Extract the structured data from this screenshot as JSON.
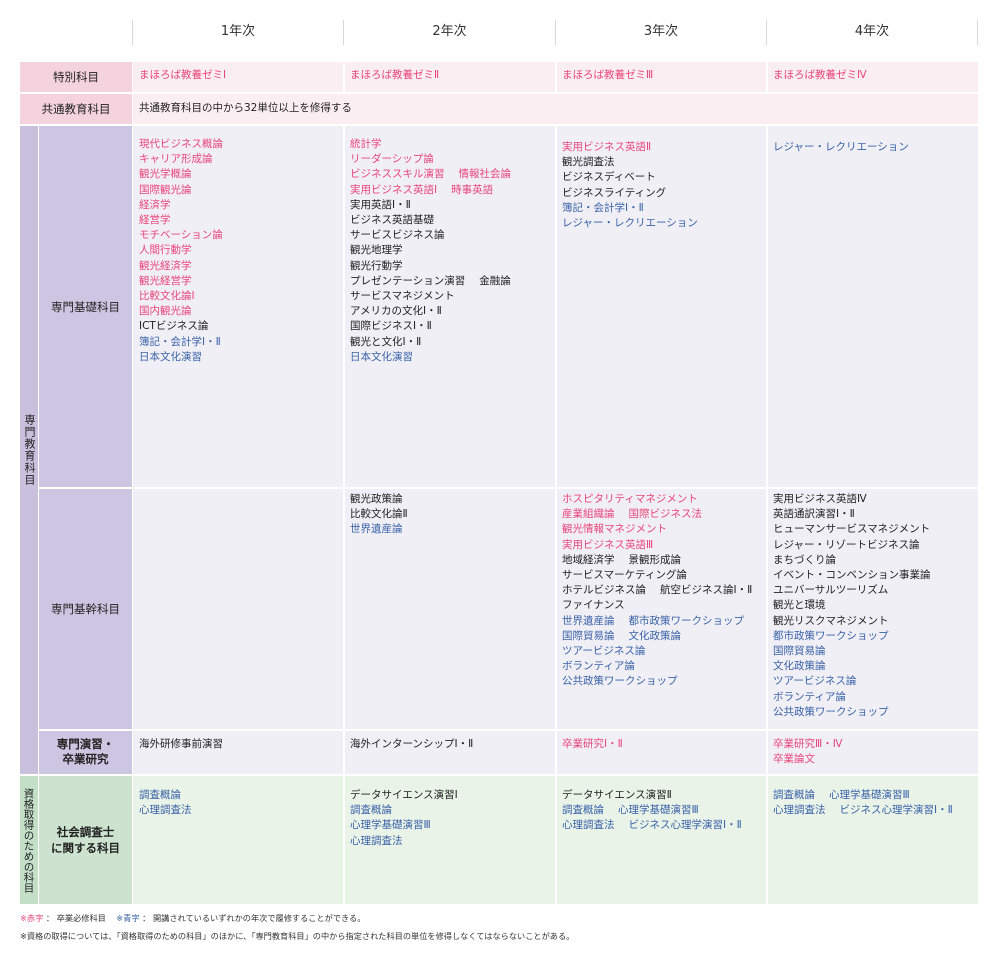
{
  "years": [
    "1年次",
    "2年次",
    "3年次",
    "4年次"
  ],
  "rows": {
    "special": {
      "label": "特別科目",
      "cells": [
        [
          {
            "t": "まほろば教養ゼミⅠ",
            "c": "red"
          }
        ],
        [
          {
            "t": "まほろば教養ゼミⅡ",
            "c": "red"
          }
        ],
        [
          {
            "t": "まほろば教養ゼミⅢ",
            "c": "red"
          }
        ],
        [
          {
            "t": "まほろば教養ゼミⅣ",
            "c": "red"
          }
        ]
      ]
    },
    "common": {
      "label": "共通教育科目",
      "text": "共通教育科目の中から32単位以上を修得する"
    },
    "senmon_group_label": "専門教育科目",
    "kiso": {
      "label": "専門基礎科目",
      "cells": [
        [
          {
            "t": "現代ビジネス概論",
            "c": "red"
          },
          {
            "t": "キャリア形成論",
            "c": "red"
          },
          {
            "t": "観光学概論",
            "c": "red"
          },
          {
            "t": "国際観光論",
            "c": "red"
          },
          {
            "t": "経済学",
            "c": "red"
          },
          {
            "t": "経営学",
            "c": "red"
          },
          {
            "t": "モチベーション論",
            "c": "red"
          },
          {
            "t": "人間行動学",
            "c": "red"
          },
          {
            "t": "観光経済学",
            "c": "red"
          },
          {
            "t": "観光経営学",
            "c": "red"
          },
          {
            "t": "比較文化論Ⅰ",
            "c": "red"
          },
          {
            "t": "国内観光論",
            "c": "red"
          },
          {
            "t": "ICTビジネス論",
            "c": "blk"
          },
          {
            "t": "簿記・会計学Ⅰ・Ⅱ",
            "c": "blue"
          },
          {
            "t": "日本文化演習",
            "c": "blue"
          }
        ],
        [
          {
            "t": "統計学",
            "c": "red"
          },
          {
            "t": "リーダーシップ論",
            "c": "red"
          },
          {
            "t": "ビジネススキル演習",
            "c": "red",
            "t2": "情報社会論",
            "c2": "red"
          },
          {
            "t": "実用ビジネス英語Ⅰ",
            "c": "red",
            "t2": "時事英語",
            "c2": "red"
          },
          {
            "t": "実用英語Ⅰ・Ⅱ",
            "c": "blk"
          },
          {
            "t": "ビジネス英語基礎",
            "c": "blk"
          },
          {
            "t": "サービスビジネス論",
            "c": "blk"
          },
          {
            "t": "観光地理学",
            "c": "blk"
          },
          {
            "t": "観光行動学",
            "c": "blk"
          },
          {
            "t": "プレゼンテーション演習",
            "c": "blk",
            "t2": "金融論",
            "c2": "blk"
          },
          {
            "t": "サービスマネジメント",
            "c": "blk"
          },
          {
            "t": "アメリカの文化Ⅰ・Ⅱ",
            "c": "blk"
          },
          {
            "t": "国際ビジネスⅠ・Ⅱ",
            "c": "blk"
          },
          {
            "t": "観光と文化Ⅰ・Ⅱ",
            "c": "blk"
          },
          {
            "t": "日本文化演習",
            "c": "blue"
          }
        ],
        [
          {
            "t": "実用ビジネス英語Ⅱ",
            "c": "red"
          },
          {
            "t": "観光調査法",
            "c": "blk"
          },
          {
            "t": "ビジネスディベート",
            "c": "blk"
          },
          {
            "t": "ビジネスライティング",
            "c": "blk"
          },
          {
            "t": "簿記・会計学Ⅰ・Ⅱ",
            "c": "blue"
          },
          {
            "t": "レジャー・レクリエーション",
            "c": "blue"
          }
        ],
        [
          {
            "t": "レジャー・レクリエーション",
            "c": "blue"
          }
        ]
      ]
    },
    "kikan": {
      "label": "専門基幹科目",
      "cells": [
        [],
        [
          {
            "t": "観光政策論",
            "c": "blk"
          },
          {
            "t": "比較文化論Ⅱ",
            "c": "blk"
          },
          {
            "t": "世界遺産論",
            "c": "blue"
          }
        ],
        [
          {
            "t": "ホスピタリティマネジメント",
            "c": "red"
          },
          {
            "t": "産業組織論",
            "c": "red",
            "t2": "国際ビジネス法",
            "c2": "red"
          },
          {
            "t": "観光情報マネジメント",
            "c": "red"
          },
          {
            "t": "実用ビジネス英語Ⅲ",
            "c": "red"
          },
          {
            "t": "地域経済学",
            "c": "blk",
            "t2": "景観形成論",
            "c2": "blk"
          },
          {
            "t": "サービスマーケティング論",
            "c": "blk"
          },
          {
            "t": "ホテルビジネス論",
            "c": "blk",
            "t2": "航空ビジネス論Ⅰ・Ⅱ",
            "c2": "blk"
          },
          {
            "t": "ファイナンス",
            "c": "blk"
          },
          {
            "t": "世界遺産論",
            "c": "blue",
            "t2": "都市政策ワークショップ",
            "c2": "blue"
          },
          {
            "t": "国際貿易論",
            "c": "blue",
            "t2": "文化政策論",
            "c2": "blue"
          },
          {
            "t": "ツアービジネス論",
            "c": "blue"
          },
          {
            "t": "ボランティア論",
            "c": "blue"
          },
          {
            "t": "公共政策ワークショップ",
            "c": "blue"
          }
        ],
        [
          {
            "t": "実用ビジネス英語Ⅳ",
            "c": "blk"
          },
          {
            "t": "英語通訳演習Ⅰ・Ⅱ",
            "c": "blk"
          },
          {
            "t": "ヒューマンサービスマネジメント",
            "c": "blk"
          },
          {
            "t": "レジャー・リゾートビジネス論",
            "c": "blk"
          },
          {
            "t": "まちづくり論",
            "c": "blk"
          },
          {
            "t": "イベント・コンベンション事業論",
            "c": "blk"
          },
          {
            "t": "ユニバーサルツーリズム",
            "c": "blk"
          },
          {
            "t": "観光と環境",
            "c": "blk"
          },
          {
            "t": "観光リスクマネジメント",
            "c": "blk"
          },
          {
            "t": "都市政策ワークショップ",
            "c": "blue"
          },
          {
            "t": "国際貿易論",
            "c": "blue"
          },
          {
            "t": "文化政策論",
            "c": "blue"
          },
          {
            "t": "ツアービジネス論",
            "c": "blue"
          },
          {
            "t": "ボランティア論",
            "c": "blue"
          },
          {
            "t": "公共政策ワークショップ",
            "c": "blue"
          }
        ]
      ]
    },
    "enshu": {
      "label_line1": "専門演習・",
      "label_line2": "卒業研究",
      "cells": [
        [
          {
            "t": "海外研修事前演習",
            "c": "blk"
          }
        ],
        [
          {
            "t": "海外インターンシップⅠ・Ⅱ",
            "c": "blk"
          }
        ],
        [
          {
            "t": "卒業研究Ⅰ・Ⅱ",
            "c": "red"
          }
        ],
        [
          {
            "t": "卒業研究Ⅲ・Ⅳ",
            "c": "red"
          },
          {
            "t": "卒業論文",
            "c": "red"
          }
        ]
      ]
    },
    "shikaku_group_label": "資格取得のための科目",
    "shakai": {
      "label_line1": "社会調査士",
      "label_line2": "に関する科目",
      "cells": [
        [
          {
            "t": "調査概論",
            "c": "blue"
          },
          {
            "t": "心理調査法",
            "c": "blue"
          }
        ],
        [
          {
            "t": "データサイエンス演習Ⅰ",
            "c": "blk"
          },
          {
            "t": "調査概論",
            "c": "blue"
          },
          {
            "t": "心理学基礎演習Ⅲ",
            "c": "blue"
          },
          {
            "t": "心理調査法",
            "c": "blue"
          }
        ],
        [
          {
            "t": "データサイエンス演習Ⅱ",
            "c": "blk"
          },
          {
            "t": "調査概論",
            "c": "blue",
            "t2": "心理学基礎演習Ⅲ",
            "c2": "blue"
          },
          {
            "t": "心理調査法",
            "c": "blue",
            "t2": "ビジネス心理学演習Ⅰ・Ⅱ",
            "c2": "blue"
          }
        ],
        [
          {
            "t": "調査概論",
            "c": "blue",
            "t2": "心理学基礎演習Ⅲ",
            "c2": "blue"
          },
          {
            "t": "心理調査法",
            "c": "blue",
            "t2": "ビジネス心理学演習Ⅰ・Ⅱ",
            "c2": "blue"
          }
        ]
      ]
    }
  },
  "notes": {
    "legend_mark1": "※",
    "legend_red": "赤字",
    "legend_colon1": "：",
    "legend_red_desc": "卒業必修科目",
    "legend_mark2": "※",
    "legend_blue": "青字",
    "legend_colon2": "：",
    "legend_blue_desc": "開講されているいずれかの年次で履修することができる。",
    "note2": "※資格の取得については、「資格取得のための科目」のほかに、「専門教育科目」の中から指定された科目の単位を修得しなくてはならないことがある。"
  },
  "colors": {
    "pink_header": "#f5d3de",
    "pink_cell": "#fbeef3",
    "purple_group": "#c8c0dd",
    "purple_sub": "#cdc6e2",
    "purple_cell": "#f0eff5",
    "green_group": "#c3dfc8",
    "green_sub": "#cde3cf",
    "green_cell": "#eaf3e8",
    "red_text": "#e8457a",
    "blue_text": "#3a62a8"
  }
}
